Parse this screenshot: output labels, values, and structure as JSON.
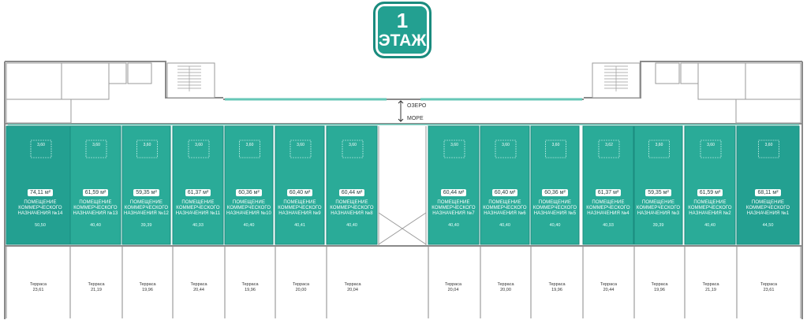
{
  "floor": {
    "number": "1",
    "label": "ЭТАЖ"
  },
  "directions": {
    "north": "ОЗЕРО",
    "south": "МОРЕ"
  },
  "units": [
    {
      "area": "74,11 м²",
      "title1": "ПОМЕЩЕНИЕ",
      "title2": "КОММЕРЧЕСКОГО",
      "title3": "НАЗНАЧЕНИЯ №14",
      "sub": "50,50",
      "pt": "3,60"
    },
    {
      "area": "61,59 м²",
      "title1": "ПОМЕЩЕНИЕ",
      "title2": "КОММЕРЧЕСКОГО",
      "title3": "НАЗНАЧЕНИЯ №13",
      "sub": "40,40",
      "pt": "3,60"
    },
    {
      "area": "59,35 м²",
      "title1": "ПОМЕЩЕНИЕ",
      "title2": "КОММЕРЧЕСКОГО",
      "title3": "НАЗНАЧЕНИЯ №12",
      "sub": "39,39",
      "pt": "3,60"
    },
    {
      "area": "61,37 м²",
      "title1": "ПОМЕЩЕНИЕ",
      "title2": "КОММЕРЧЕСКОГО",
      "title3": "НАЗНАЧЕНИЯ №11",
      "sub": "40,93",
      "pt": "3,60"
    },
    {
      "area": "60,36 м²",
      "title1": "ПОМЕЩЕНИЕ",
      "title2": "КОММЕРЧЕСКОГО",
      "title3": "НАЗНАЧЕНИЯ №10",
      "sub": "40,40",
      "pt": "3,60"
    },
    {
      "area": "60,40 м²",
      "title1": "ПОМЕЩЕНИЕ",
      "title2": "КОММЕРЧЕСКОГО",
      "title3": "НАЗНАЧЕНИЯ №9",
      "sub": "40,41",
      "pt": "3,60"
    },
    {
      "area": "60,44 м²",
      "title1": "ПОМЕЩЕНИЕ",
      "title2": "КОММЕРЧЕСКОГО",
      "title3": "НАЗНАЧЕНИЯ №8",
      "sub": "40,40",
      "pt": "3,60"
    },
    {
      "area": "60,44 м²",
      "title1": "ПОМЕЩЕНИЕ",
      "title2": "КОММЕРЧЕСКОГО",
      "title3": "НАЗНАЧЕНИЯ №7",
      "sub": "40,40",
      "pt": "3,60"
    },
    {
      "area": "60,40 м²",
      "title1": "ПОМЕЩЕНИЕ",
      "title2": "КОММЕРЧЕСКОГО",
      "title3": "НАЗНАЧЕНИЯ №6",
      "sub": "40,40",
      "pt": "3,60"
    },
    {
      "area": "60,36 м²",
      "title1": "ПОМЕЩЕНИЕ",
      "title2": "КОММЕРЧЕСКОГО",
      "title3": "НАЗНАЧЕНИЯ №5",
      "sub": "40,40",
      "pt": "3,60"
    },
    {
      "area": "61,37 м²",
      "title1": "ПОМЕЩЕНИЕ",
      "title2": "КОММЕРЧЕСКОГО",
      "title3": "НАЗНАЧЕНИЯ №4",
      "sub": "40,93",
      "pt": "3,62"
    },
    {
      "area": "59,35 м²",
      "title1": "ПОМЕЩЕНИЕ",
      "title2": "КОММЕРЧЕСКОГО",
      "title3": "НАЗНАЧЕНИЯ №3",
      "sub": "39,39",
      "pt": "3,60"
    },
    {
      "area": "61,59 м²",
      "title1": "ПОМЕЩЕНИЕ",
      "title2": "КОММЕРЧЕСКОГО",
      "title3": "НАЗНАЧЕНИЯ №2",
      "sub": "40,40",
      "pt": "3,60"
    },
    {
      "area": "68,11 м²",
      "title1": "ПОМЕЩЕНИЕ",
      "title2": "КОММЕРЧЕСКОГО",
      "title3": "НАЗНАЧЕНИЯ №1",
      "sub": "44,50",
      "pt": "3,60"
    }
  ],
  "terraces": [
    {
      "label": "Терраса",
      "area": "23,61"
    },
    {
      "label": "Терраса",
      "area": "21,19"
    },
    {
      "label": "Терраса",
      "area": "19,96"
    },
    {
      "label": "Терраса",
      "area": "20,44"
    },
    {
      "label": "Терраса",
      "area": "19,96"
    },
    {
      "label": "Терраса",
      "area": "20,00"
    },
    {
      "label": "Терраса",
      "area": "20,04"
    },
    {
      "label": "Терраса",
      "area": "20,04"
    },
    {
      "label": "Терраса",
      "area": "20,00"
    },
    {
      "label": "Терраса",
      "area": "19,96"
    },
    {
      "label": "Терраса",
      "area": "20,44"
    },
    {
      "label": "Терраса",
      "area": "19,96"
    },
    {
      "label": "Терраса",
      "area": "21,19"
    },
    {
      "label": "Терраса",
      "area": "23,61"
    }
  ],
  "colors": {
    "unit": "#23a091",
    "unitAlt": "#2aab98",
    "accent": "#1a8b7e",
    "wall": "#8a8a8a",
    "glass": "#66c7b7"
  }
}
